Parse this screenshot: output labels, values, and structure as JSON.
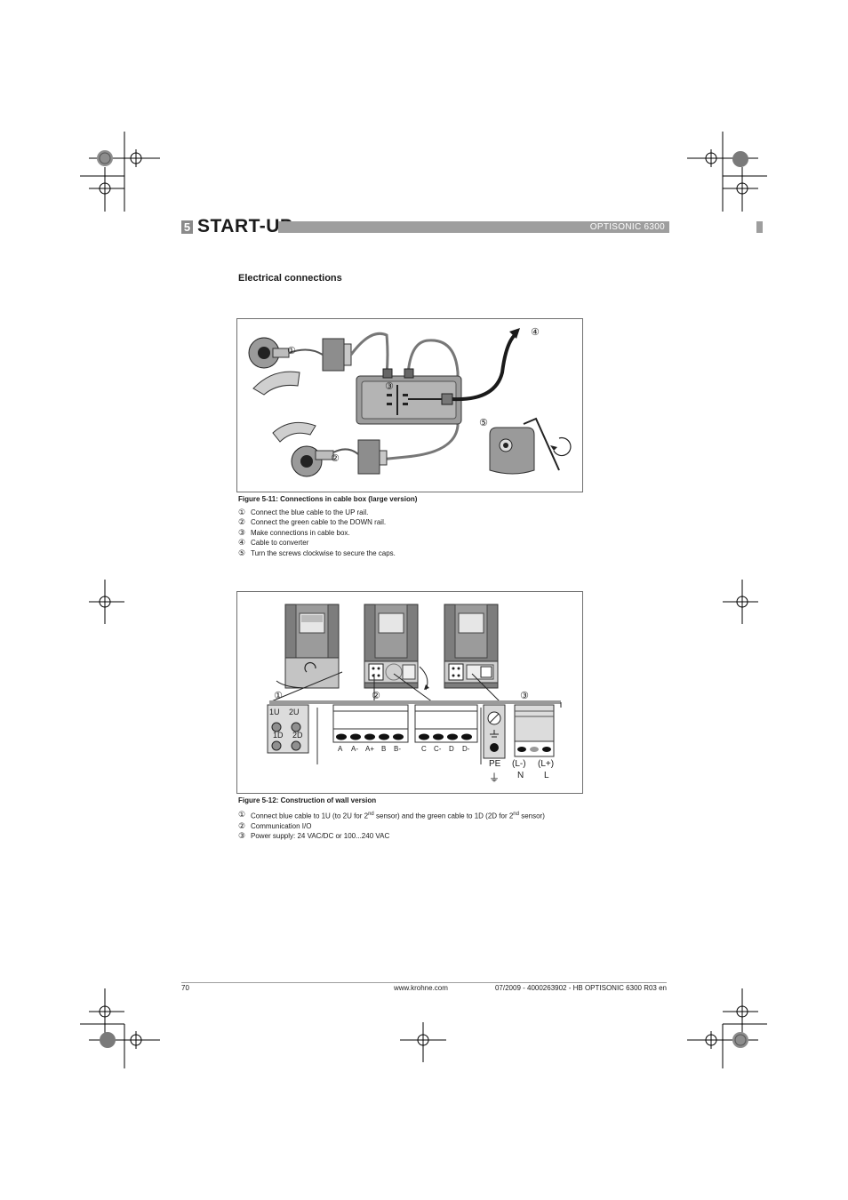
{
  "header": {
    "section_number": "5",
    "section_title": "START-UP",
    "product": "OPTISONIC 6300"
  },
  "heading": "Electrical connections",
  "figure1": {
    "caption": "Figure 5-11: Connections in cable box (large version)",
    "callouts": [
      "①",
      "②",
      "③",
      "④",
      "⑤"
    ],
    "items": [
      {
        "num": "①",
        "text": "Connect the blue cable to the UP rail."
      },
      {
        "num": "②",
        "text": "Connect the green cable to the  DOWN rail."
      },
      {
        "num": "③",
        "text": "Make connections in cable box."
      },
      {
        "num": "④",
        "text": "Cable to converter"
      },
      {
        "num": "⑤",
        "text": "Turn the screws clockwise to secure the caps."
      }
    ]
  },
  "figure2": {
    "caption": "Figure 5-12: Construction of wall version",
    "callouts": [
      "①",
      "②",
      "③"
    ],
    "sensor_terminals": [
      "1U",
      "2U",
      "1D",
      "2D"
    ],
    "io_terminals": [
      "A",
      "A-",
      "A+",
      "B",
      "B-",
      "C",
      "C-",
      "D",
      "D-"
    ],
    "power_terminals": {
      "pe": "PE",
      "earth_symbol": "⏚",
      "lm": "(L-)",
      "lp": "(L+)",
      "n": "N",
      "l": "L"
    },
    "items": [
      {
        "num": "①",
        "text_a": "Connect blue cable to 1U (to 2U for 2",
        "sup_a": "nd",
        "text_b": " sensor) and the green cable to 1D (2D for 2",
        "sup_b": "nd",
        "text_c": " sensor)"
      },
      {
        "num": "②",
        "text": "Communication I/O"
      },
      {
        "num": "③",
        "text": "Power supply: 24 VAC/DC or 100...240 VAC"
      }
    ]
  },
  "footer": {
    "page": "70",
    "website": "www.krohne.com",
    "doc": "07/2009 - 4000263902 - HB OPTISONIC 6300 R03 en"
  }
}
